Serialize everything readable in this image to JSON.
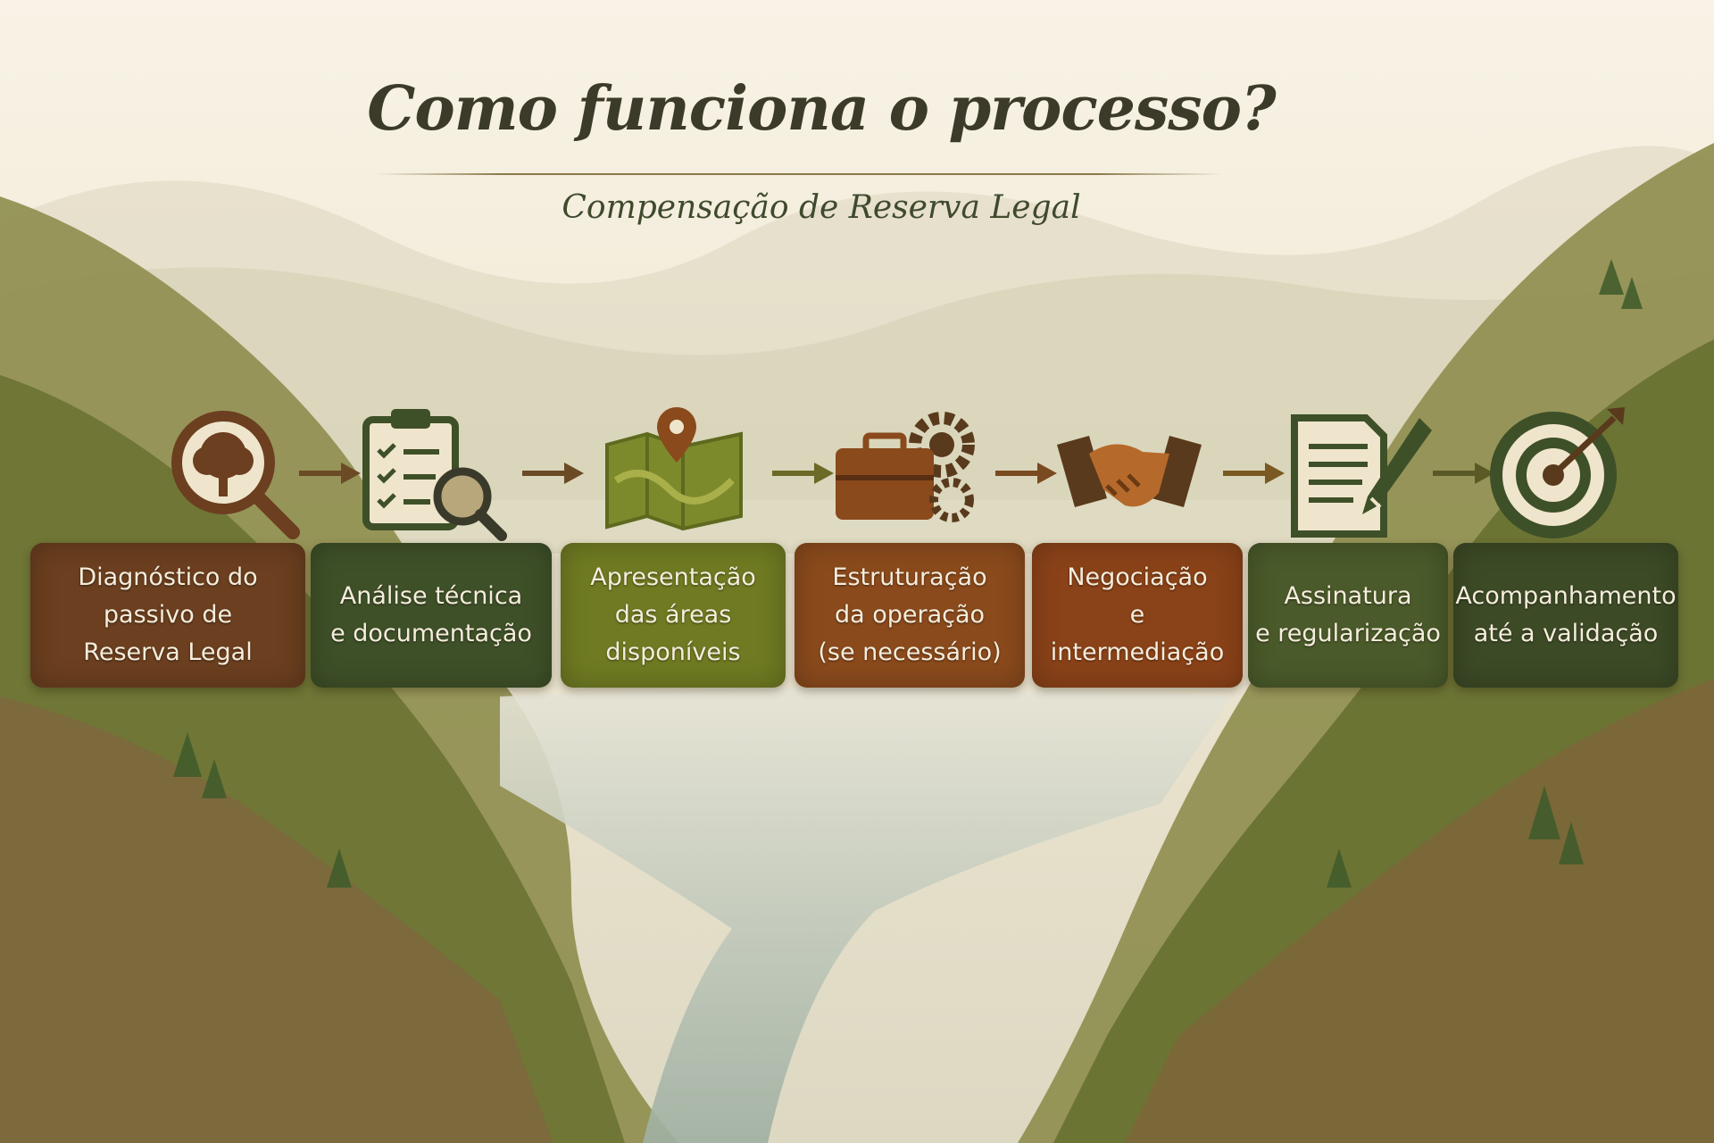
{
  "header": {
    "title": "Como funciona o processo?",
    "subtitle": "Compensação de Reserva Legal"
  },
  "colors": {
    "brown": "#6b3f1f",
    "dark_green": "#3e5028",
    "olive": "#6f7a22",
    "rust": "#8a4a1c",
    "title": "#3c3a28"
  },
  "steps": [
    {
      "label": "Diagnóstico do\npassivo de\nReserva Legal",
      "icon": "tree-magnifier-icon",
      "color": "#6b3f1f"
    },
    {
      "label": "Análise técnica\ne documentação",
      "icon": "clipboard-checklist-icon",
      "color": "#3e5028"
    },
    {
      "label": "Apresentação\ndas áreas\ndisponíveis",
      "icon": "map-pin-icon",
      "color": "#6f7a22"
    },
    {
      "label": "Estruturação\nda operação\n(se necessário)",
      "icon": "briefcase-gear-icon",
      "color": "#8a4a1c"
    },
    {
      "label": "Negociação\ne\nintermediação",
      "icon": "handshake-icon",
      "color": "#8a4218"
    },
    {
      "label": "Assinatura\ne regularização",
      "icon": "document-pen-icon",
      "color": "#4a5a2a"
    },
    {
      "label": "Acompanhamento\naté a validação",
      "icon": "target-arrow-icon",
      "color": "#3c4a26"
    }
  ]
}
